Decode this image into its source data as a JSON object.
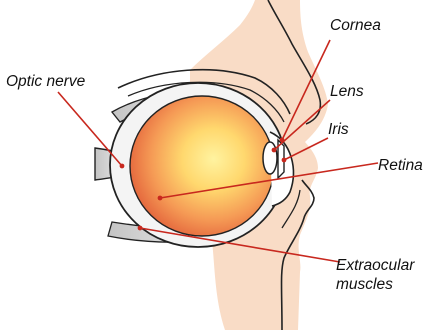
{
  "diagram": {
    "labels": {
      "cornea": "Cornea",
      "lens": "Lens",
      "iris": "Iris",
      "retina": "Retina",
      "optic_nerve": "Optic nerve",
      "extraocular_line1": "Extraocular",
      "extraocular_line2": "muscles"
    },
    "colors": {
      "skin": "#f9dcc6",
      "eyeball_core": "#ffe87a",
      "eyeball_mid": "#f7a25a",
      "eyeball_edge": "#e4643a",
      "leader_line": "#c8281e",
      "outline": "#222222"
    }
  }
}
